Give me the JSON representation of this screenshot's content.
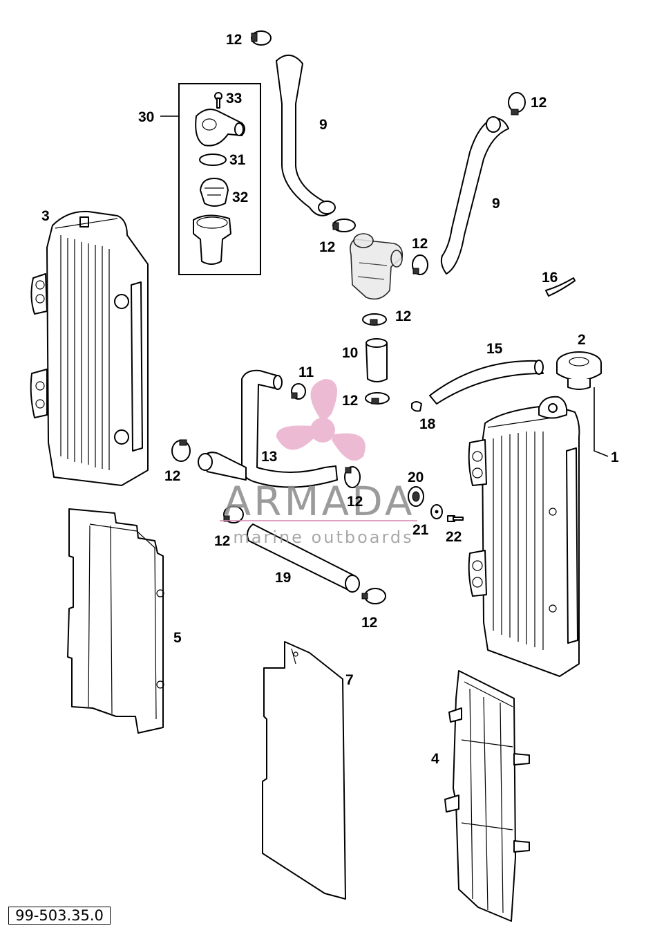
{
  "callouts": {
    "c1": "1",
    "c2": "2",
    "c3": "3",
    "c4": "4",
    "c5": "5",
    "c7": "7",
    "c9": "9",
    "c10": "10",
    "c11": "11",
    "c12": "12",
    "c13": "13",
    "c15": "15",
    "c16": "16",
    "c18": "18",
    "c19": "19",
    "c20": "20",
    "c21": "21",
    "c22": "22",
    "c30": "30",
    "c31": "31",
    "c32": "32",
    "c33": "33"
  },
  "watermark": {
    "brand": "ARMADA",
    "tagline": "marine outboards",
    "color": "#e7a3c6"
  },
  "reference_code": "99-503.35.0"
}
